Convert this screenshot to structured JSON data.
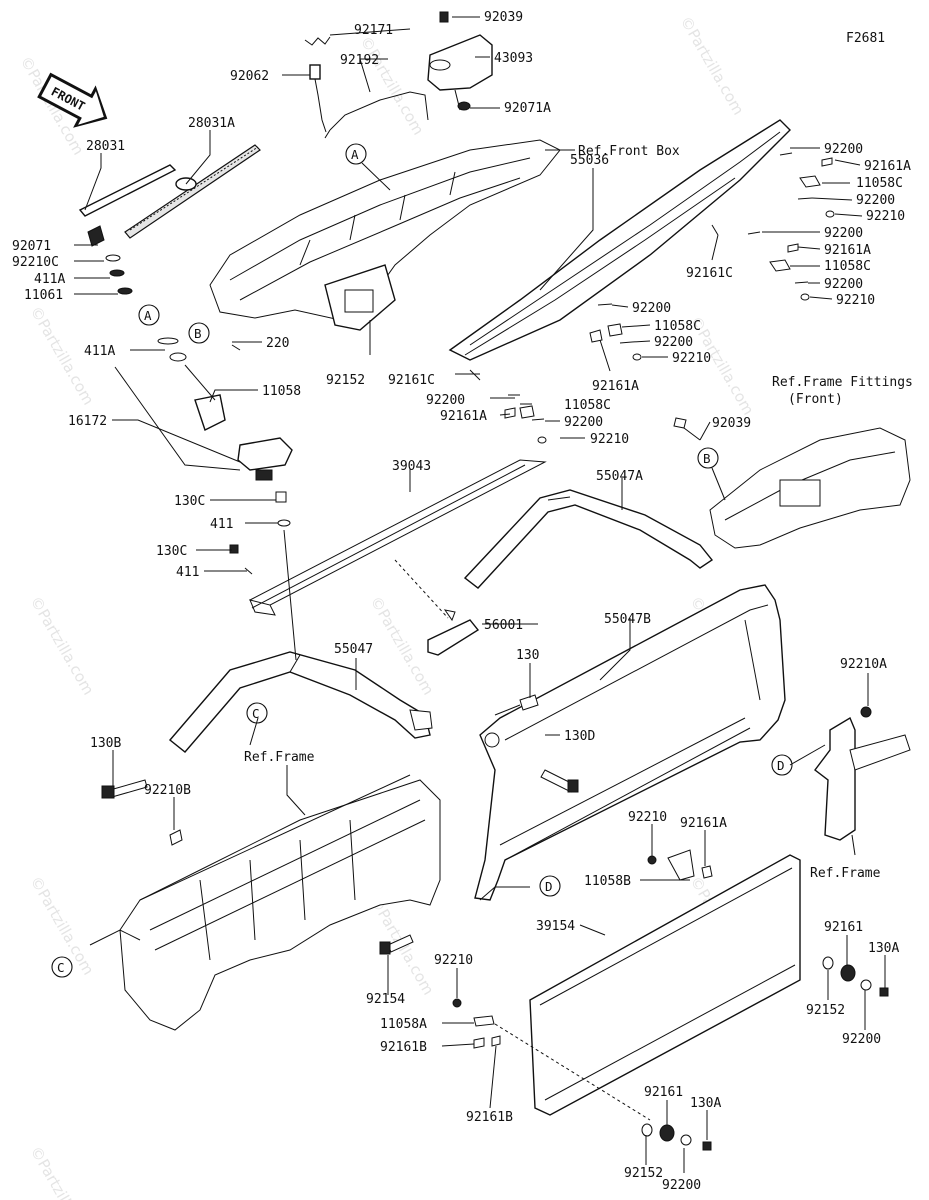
{
  "figure_code": "F2681",
  "front_arrow_label": "FRONT",
  "watermark": "©Partzilla.com",
  "callouts": [
    "A",
    "B",
    "C",
    "D"
  ],
  "labels": {
    "p92171": "92171",
    "p92039_top": "92039",
    "p92192": "92192",
    "p43093": "43093",
    "p92062": "92062",
    "p92071A": "92071A",
    "p28031": "28031",
    "p28031A": "28031A",
    "ref_front_box": "Ref.Front Box",
    "p92200_r1": "92200",
    "p92161A_r1": "92161A",
    "p11058C_r1": "11058C",
    "p92200_r2": "92200",
    "p92210_r1": "92210",
    "p55036": "55036",
    "p92200_r3": "92200",
    "p92161A_r2": "92161A",
    "p11058C_r2": "11058C",
    "p92161C": "92161C",
    "p92200_r4": "92200",
    "p92210_r2": "92210",
    "p92071": "92071",
    "p92210C": "92210C",
    "p411A_top": "411A",
    "p11061": "11061",
    "p92200_m1": "92200",
    "p11058C_m1": "11058C",
    "p92200_m2": "92200",
    "p92210_m1": "92210",
    "p92161A_m1": "92161A",
    "p220": "220",
    "p411A": "411A",
    "p11058": "11058",
    "p92152_top": "92152",
    "p92161C_m": "92161C",
    "p92200_m3": "92200",
    "p92161A_m2": "92161A",
    "p11058C_m2": "11058C",
    "p92200_m4": "92200",
    "p92210_m2": "92210",
    "p16172": "16172",
    "ref_frame_fittings": "Ref.Frame Fittings",
    "ref_frame_fittings_front": "(Front)",
    "p92039_b": "92039",
    "p39043": "39043",
    "p55047A": "55047A",
    "p130C_1": "130C",
    "p411_1": "411",
    "p130C_2": "130C",
    "p411_2": "411",
    "p56001": "56001",
    "p55047B": "55047B",
    "p55047": "55047",
    "p130": "130",
    "p92210A": "92210A",
    "p130B": "130B",
    "ref_frame_1": "Ref.Frame",
    "p130D": "130D",
    "p92210B": "92210B",
    "p92210_l": "92210",
    "p92161A_l": "92161A",
    "p11058B": "11058B",
    "ref_frame_2": "Ref.Frame",
    "p39154": "39154",
    "p92161_r": "92161",
    "p130A_r": "130A",
    "p92210_b": "92210",
    "p92154": "92154",
    "p11058A": "11058A",
    "p92161B_1": "92161B",
    "p92161B_2": "92161B",
    "p92152_r": "92152",
    "p92200_r5": "92200",
    "p92161_b": "92161",
    "p130A_b": "130A",
    "p92152_b": "92152",
    "p92200_b": "92200"
  }
}
